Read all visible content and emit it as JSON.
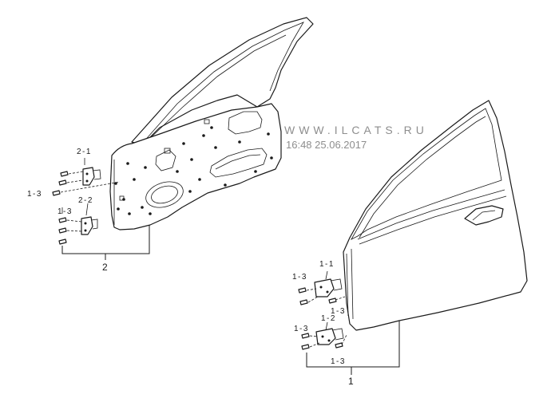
{
  "watermark": {
    "site": "WWW.ILCATS.RU",
    "datetime": "16:48 25.06.2017"
  },
  "callouts": {
    "inner_panel": {
      "group": "2",
      "upper_hinge": "2-1",
      "lower_hinge": "2-2",
      "bolt_left": "1-3",
      "bolt_lower": "1-3"
    },
    "outer_door": {
      "group": "1",
      "upper_hinge": "1-1",
      "lower_hinge": "1-2",
      "bolt_upper_left": "1-3",
      "bolt_upper_right": "1-3",
      "bolt_lower_left": "1-3",
      "bolt_lower_right": "1-3"
    }
  }
}
